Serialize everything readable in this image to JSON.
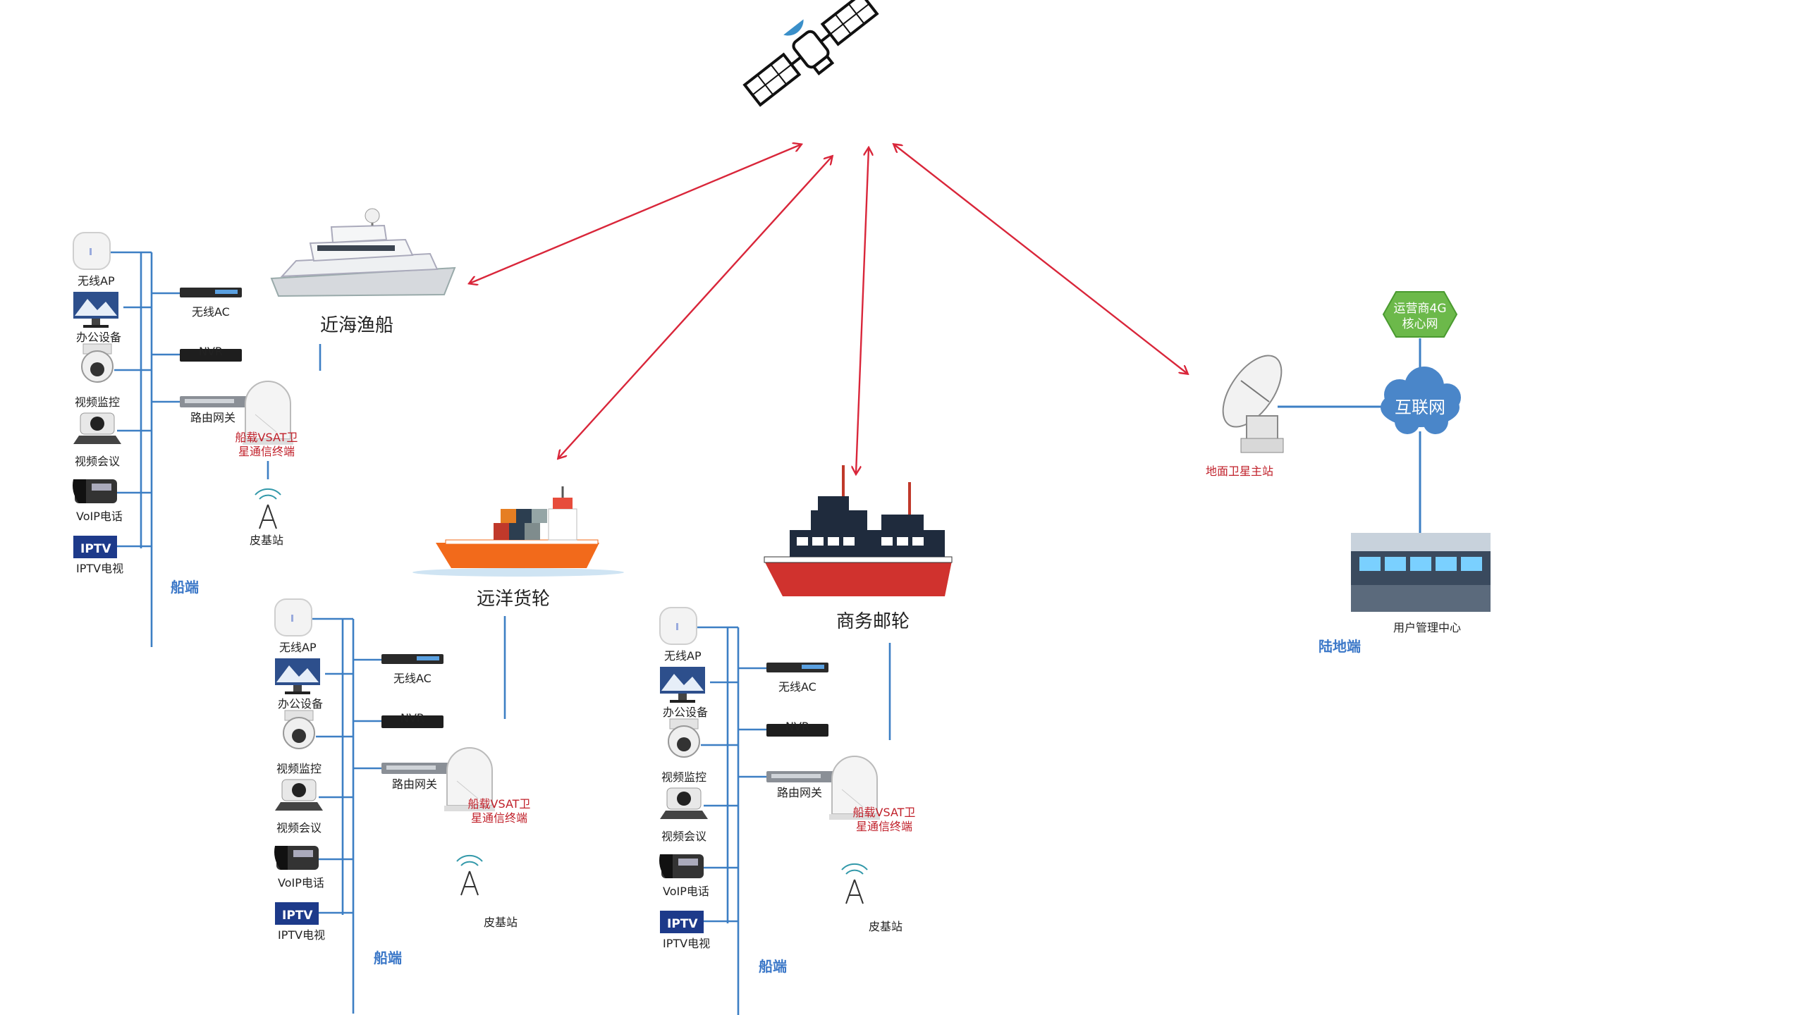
{
  "labels": {
    "fishing_boat": "近海渔船",
    "cargo_ship": "远洋货轮",
    "cruise_ship": "商务邮轮",
    "ground_station": "地面卫星主站",
    "internet": "互联网",
    "core_net_line1": "运营商4G",
    "core_net_line2": "核心网",
    "mgmt_center": "用户管理中心",
    "land_side": "陆地端"
  },
  "ship_group": {
    "devices_left": [
      "无线AP",
      "办公设备",
      "视频监控",
      "视频会议",
      "VoIP电话",
      "IPTV电视"
    ],
    "devices_right": [
      "无线AC",
      "NVR",
      "路由网关"
    ],
    "vsat_line1": "船载VSAT卫",
    "vsat_line2": "星通信终端",
    "base_station": "皮基站",
    "ship_side": "船端",
    "iptv_logo": "IPTV"
  },
  "colors": {
    "link_red": "#d9263a",
    "link_blue": "#3d7fc4",
    "internet_cloud": "#4a86c9",
    "core_hex": "#6cb94a",
    "label_red": "#c0202a",
    "label_blue": "#3c78c8"
  }
}
